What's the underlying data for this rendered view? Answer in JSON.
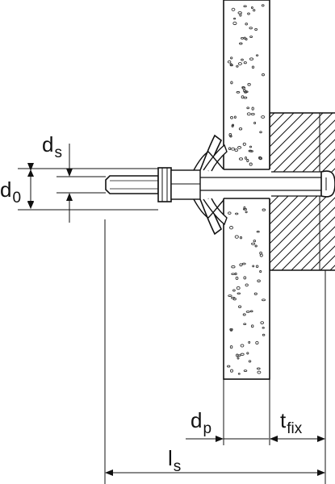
{
  "colors": {
    "line": "#111111",
    "board": "#ffffff",
    "speckle": "#333333"
  },
  "labels": {
    "ds": {
      "main": "d",
      "sub": "s"
    },
    "d0": {
      "main": "d",
      "sub": "0"
    },
    "dp": {
      "main": "d",
      "sub": "p"
    },
    "tfix": {
      "main": "t",
      "sub": "fix"
    },
    "ls": {
      "main": "l",
      "sub": "s"
    }
  }
}
